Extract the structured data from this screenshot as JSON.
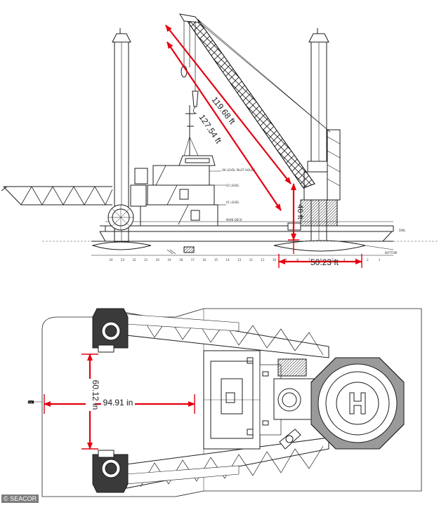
{
  "side_view": {
    "dimensions": {
      "boom_tip_height": "119.68 ft",
      "boom_length": "127.54 ft",
      "small_height": "46 ft",
      "leg_spacing": "50.23 ft"
    },
    "deck_labels": [
      "OK LEVEL PILOT HOUSE",
      "02 LEVEL",
      "01 LEVEL",
      "MAIN DECK"
    ],
    "right_labels": [
      "DWL",
      "BOTTOM"
    ],
    "frame_marks": [
      "24",
      "23",
      "22",
      "21",
      "20",
      "19",
      "18",
      "17",
      "16",
      "15",
      "14",
      "13",
      "12",
      "11",
      "10",
      "9",
      "8",
      "7",
      "6",
      "5",
      "4",
      "3",
      "2",
      "1"
    ]
  },
  "plan_view": {
    "dimensions": {
      "width": "60.12 in",
      "length": "94.91 in"
    }
  },
  "colors": {
    "dimension": "#e3000f",
    "line": "#1c1c1c",
    "background": "#ffffff"
  },
  "credit": "© SEACOR"
}
